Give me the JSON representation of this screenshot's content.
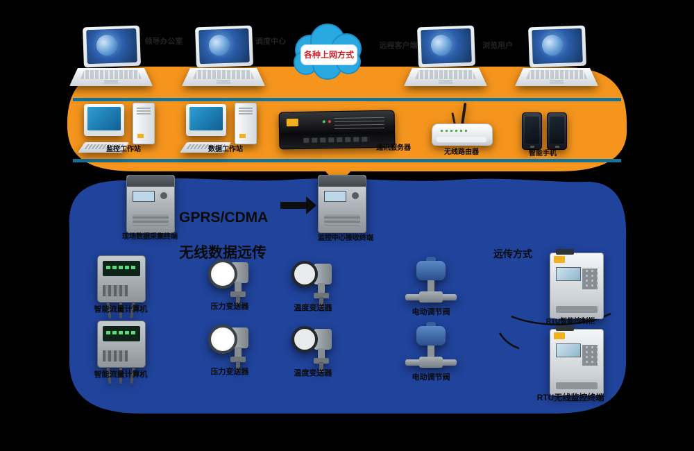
{
  "colors": {
    "background": "#000000",
    "orange_band": "#f5951d",
    "blue_band": "#20439b",
    "teal_line": "#1a7392",
    "cloud_fill": "#2aa9e0",
    "cloud_text_red": "#d21f26",
    "brand_yellow": "#f2b01e"
  },
  "cloud": {
    "label": "各种上网方式"
  },
  "laptops": [
    {
      "label": "领导办公室"
    },
    {
      "label": "调度中心"
    },
    {
      "label": "远程客户端"
    },
    {
      "label": "浏览用户"
    }
  ],
  "middle": {
    "desktop1_label": "监控工作站",
    "desktop2_label": "数据工作站",
    "server_label": "通讯服务器",
    "router_label": "无线路由器",
    "phones_label": "智能手机"
  },
  "uplink": {
    "collector_left_label": "现场数据采集终端",
    "link_line1": "GPRS/CDMA",
    "link_line2": "无线数据远传",
    "collector_right_label": "监控中心接收终端",
    "section_note": "远传方式"
  },
  "rows": [
    {
      "items": [
        {
          "label": "智能流量计算机"
        },
        {
          "label": "压力变送器"
        },
        {
          "label": "温度变送器"
        },
        {
          "label": "电动调节阀"
        }
      ]
    },
    {
      "items": [
        {
          "label": "智能流量计算机"
        },
        {
          "label": "压力变送器"
        },
        {
          "label": "温度变送器"
        },
        {
          "label": "电动调节阀"
        }
      ]
    }
  ],
  "right_units": [
    {
      "label": "RTU智能控制柜"
    },
    {
      "label": "RTU无线监控终端"
    }
  ]
}
